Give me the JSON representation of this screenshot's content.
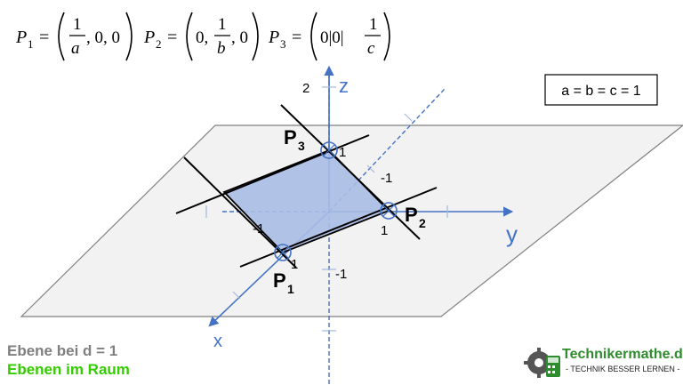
{
  "formula": {
    "p1_label": "P",
    "p1_sub": "1",
    "p1_num": "1",
    "p1_den": "a",
    "p1_rest": ", 0, 0",
    "p2_label": "P",
    "p2_sub": "2",
    "p2_pre": "0,",
    "p2_num": "1",
    "p2_den": "b",
    "p2_rest": ", 0",
    "p3_label": "P",
    "p3_sub": "3",
    "p3_pre": "0|0|",
    "p3_num": "1",
    "p3_den": "c",
    "equals": "="
  },
  "condition_box": "a = b = c = 1",
  "axes": {
    "z": "z",
    "y": "y",
    "x": "x"
  },
  "ticks": {
    "z_top": "2",
    "z_one": "1",
    "back_neg": "-1",
    "y_one": "1",
    "y_neg": "-1",
    "x_one": "1",
    "z_neg": "-1"
  },
  "points": {
    "p1": "P",
    "p1_sub": "1",
    "p2": "P",
    "p2_sub": "2",
    "p3": "P",
    "p3_sub": "3"
  },
  "subtitle_1": "Ebene bei d = 1",
  "subtitle_2": "Ebenen im Raum",
  "logo": {
    "name": "Technikermathe.de",
    "tagline": "- TECHNIK BESSER LERNEN -"
  },
  "colors": {
    "axis": "#4472c4",
    "plane": "#f2f2f2",
    "triangle": "#aabce6",
    "brand_green": "#33cc00",
    "subtitle_gray": "#7f7f7f"
  }
}
